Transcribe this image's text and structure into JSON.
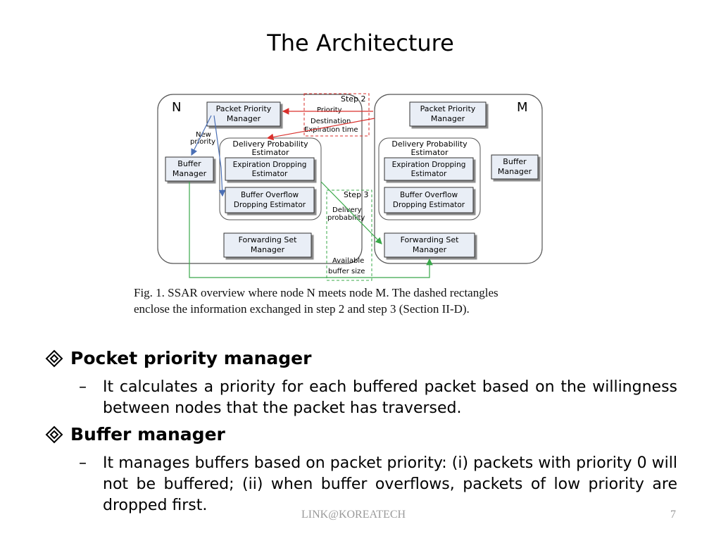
{
  "slide": {
    "title": "The Architecture",
    "caption": {
      "line1": "Fig. 1.   SSAR overview where node N meets node M. The dashed rectangles",
      "line2": "enclose the information exchanged in step 2 and step 3 (Section II-D)."
    },
    "bullets": [
      {
        "heading": "Pocket priority manager",
        "dash": "–",
        "lines": [
          "It calculates a priority for each buffered packet based on the willingness between nodes that the packet has traversed."
        ]
      },
      {
        "heading": "Buffer manager",
        "dash": "–",
        "lines": [
          "It manages buffers based on packet priority: (i) packets with priority 0 will not be buffered; (ii) when buffer overflows, packets of low priority are dropped first."
        ]
      }
    ],
    "footer": {
      "center": "LINK@KOREATECH",
      "page": "7"
    }
  },
  "diagram": {
    "node_n": "N",
    "node_m": "M",
    "ppm": [
      "Packet Priority",
      "Manager"
    ],
    "dpe": [
      "Delivery Probability",
      "Estimator"
    ],
    "ede": [
      "Expiration Dropping",
      "Estimator"
    ],
    "bode": [
      "Buffer Overflow",
      "Dropping Estimator"
    ],
    "fsm": [
      "Forwarding Set",
      "Manager"
    ],
    "bm": [
      "Buffer",
      "Manager"
    ],
    "new_priority": [
      "New",
      "priority"
    ],
    "step2": "Step 2",
    "step2_items": [
      "Priority",
      "Destination",
      "Expiration time"
    ],
    "step3": "Step 3",
    "step3_items": [
      "Delivery",
      "probability"
    ],
    "available": [
      "Available",
      "buffer size"
    ],
    "colors": {
      "red": "#d9302c",
      "green": "#3aa84a",
      "blue": "#4a6fb5",
      "box_fill": "#e9eef6",
      "box_stroke": "#333333"
    }
  }
}
